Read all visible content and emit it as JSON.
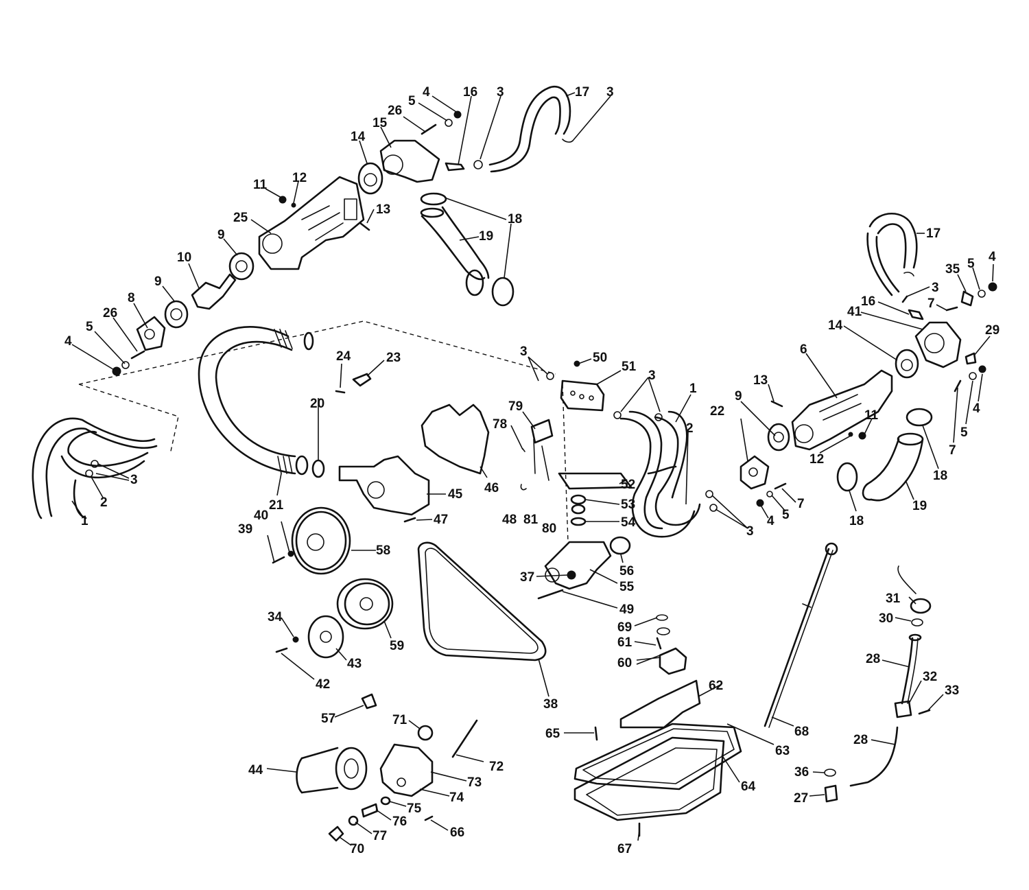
{
  "diagram": {
    "callouts": [
      "1",
      "2",
      "3",
      "4",
      "5",
      "6",
      "7",
      "8",
      "9",
      "10",
      "11",
      "12",
      "13",
      "14",
      "15",
      "16",
      "17",
      "18",
      "19",
      "20",
      "21",
      "22",
      "23",
      "24",
      "25",
      "26",
      "27",
      "28",
      "29",
      "30",
      "31",
      "32",
      "33",
      "34",
      "35",
      "36",
      "37",
      "38",
      "39",
      "40",
      "41",
      "42",
      "43",
      "44",
      "45",
      "46",
      "47",
      "48",
      "49",
      "50",
      "51",
      "52",
      "53",
      "54",
      "55",
      "56",
      "57",
      "58",
      "59",
      "60",
      "61",
      "62",
      "63",
      "64",
      "65",
      "66",
      "67",
      "68",
      "69",
      "70",
      "71",
      "72",
      "73",
      "74",
      "75",
      "76",
      "77",
      "78",
      "79",
      "80",
      "81"
    ]
  }
}
